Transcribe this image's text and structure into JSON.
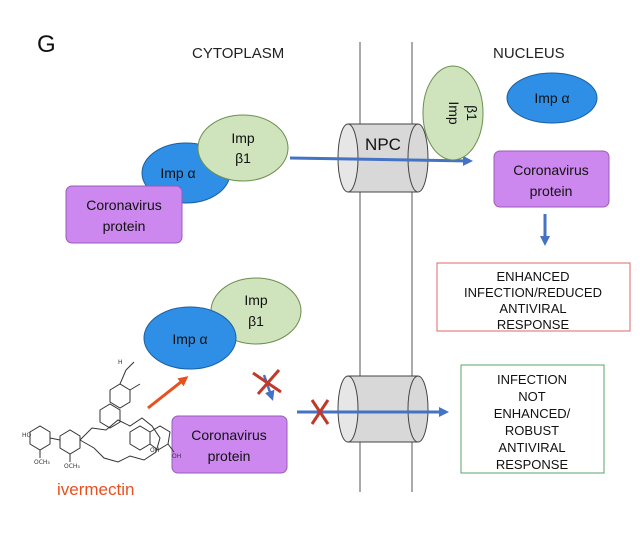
{
  "panel_letter": "G",
  "compartments": {
    "cytoplasm": "CYTOPLASM",
    "nucleus": "NUCLEUS"
  },
  "npc_label": "NPC",
  "imp_alpha": "Imp α",
  "imp_beta1_line1": "Imp",
  "imp_beta1_line2": "β1",
  "protein_line1": "Coronavirus",
  "protein_line2": "protein",
  "outcome_enhanced": [
    "ENHANCED",
    "INFECTION/REDUCED",
    "ANTIVIRAL",
    "RESPONSE"
  ],
  "outcome_blocked": [
    "INFECTION",
    "NOT",
    "ENHANCED/",
    "ROBUST",
    "ANTIVIRAL",
    "RESPONSE"
  ],
  "drug_label": "ivermectin",
  "colors": {
    "imp_alpha_fill": "#2f8fe6",
    "imp_beta_fill": "#cfe3bd",
    "protein_fill": "#cc88ee",
    "arrow_blue": "#4472c4",
    "arrow_orange": "#e8501e",
    "cross_red": "#c0392b",
    "box_red": "#e06666",
    "box_green": "#5aa469"
  }
}
